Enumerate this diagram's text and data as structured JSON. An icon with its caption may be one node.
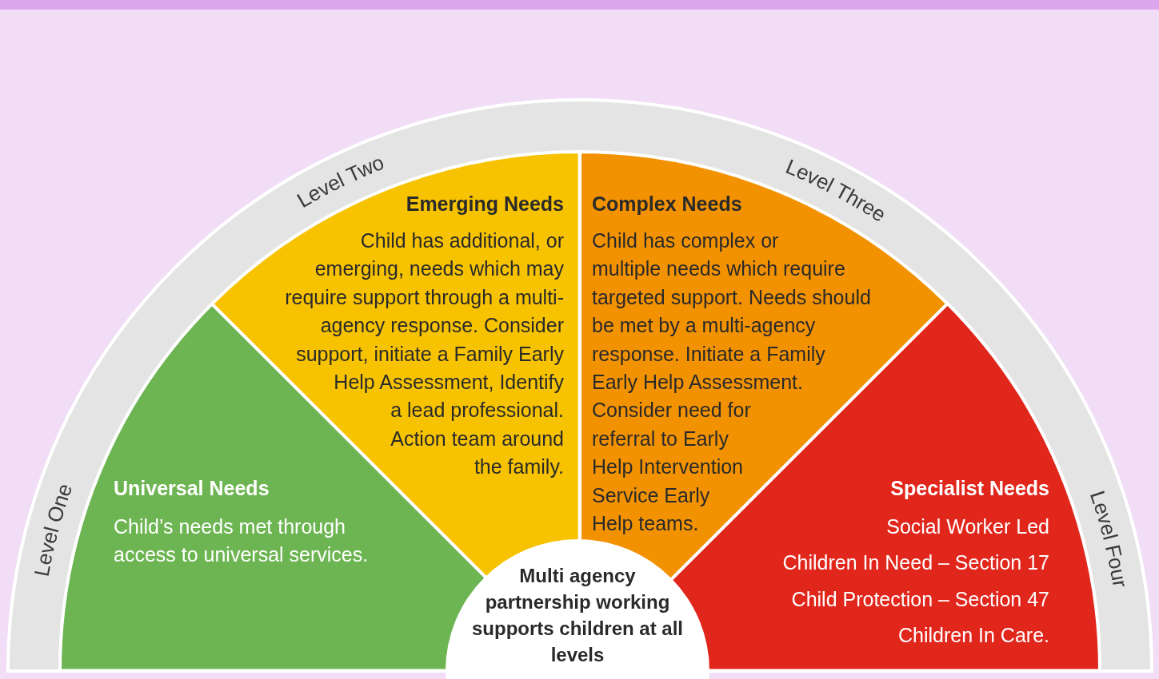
{
  "diagram": {
    "nodes": [
      {
        "text": [
          "Universal Needs",
          "Child’s needs met through access to universal services."
        ],
        "beside": [
          "Level One"
        ]
      },
      {
        "text": [
          "Emerging Needs",
          "Child has additional, or emerging, needs which may require support through a multi-agency response. Consider support, initiate a Family Early Help Assessment, Identify a lead professional. Action team around the family."
        ],
        "beside": [
          "Level Two"
        ]
      },
      {
        "text": [
          "Complex Needs",
          "Child has complex or multiple needs which require targeted support. Needs should be met by a multi-agency response. Initiate a Family Early Help Assessment. Consider need for referral to Early Help Intervention Service Early Help teams."
        ],
        "beside": [
          "Level Three"
        ]
      },
      {
        "text": [
          "Specialist Needs",
          "Social Worker Led",
          "Children In Need – Section 17",
          "Child Protection – Section 47",
          "Children In Care."
        ],
        "beside": [
          "Level Four"
        ]
      },
      {
        "text": [
          "Multi agency partnership working supports children at all levels"
        ]
      }
    ]
  }
}
